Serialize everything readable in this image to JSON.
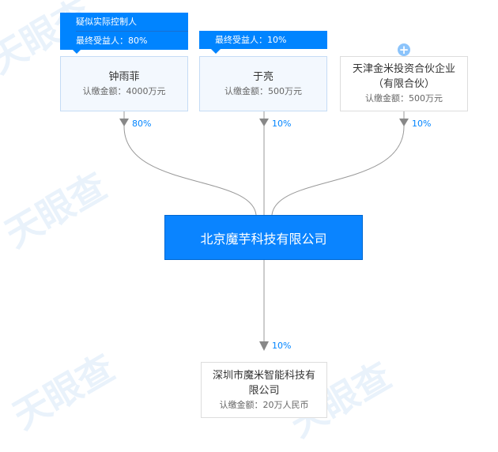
{
  "tags": {
    "controller": "疑似实际控制人",
    "beneficiary1": "最终受益人：80%",
    "beneficiary2": "最终受益人：10%"
  },
  "shareholders": [
    {
      "name": "钟雨菲",
      "amount": "认缴金额：4000万元",
      "percent": "80%"
    },
    {
      "name": "于亮",
      "amount": "认缴金额：500万元",
      "percent": "10%"
    },
    {
      "name": "天津金米投资合伙企业（有限合伙）",
      "amount": "认缴金额：500万元",
      "percent": "10%"
    }
  ],
  "company": {
    "name": "北京魔芋科技有限公司"
  },
  "investments": [
    {
      "name": "深圳市魔米智能科技有限公司",
      "amount": "认缴金额：20万人民币",
      "percent": "10%"
    }
  ],
  "colors": {
    "accent": "#0084ff",
    "line": "#999999"
  }
}
